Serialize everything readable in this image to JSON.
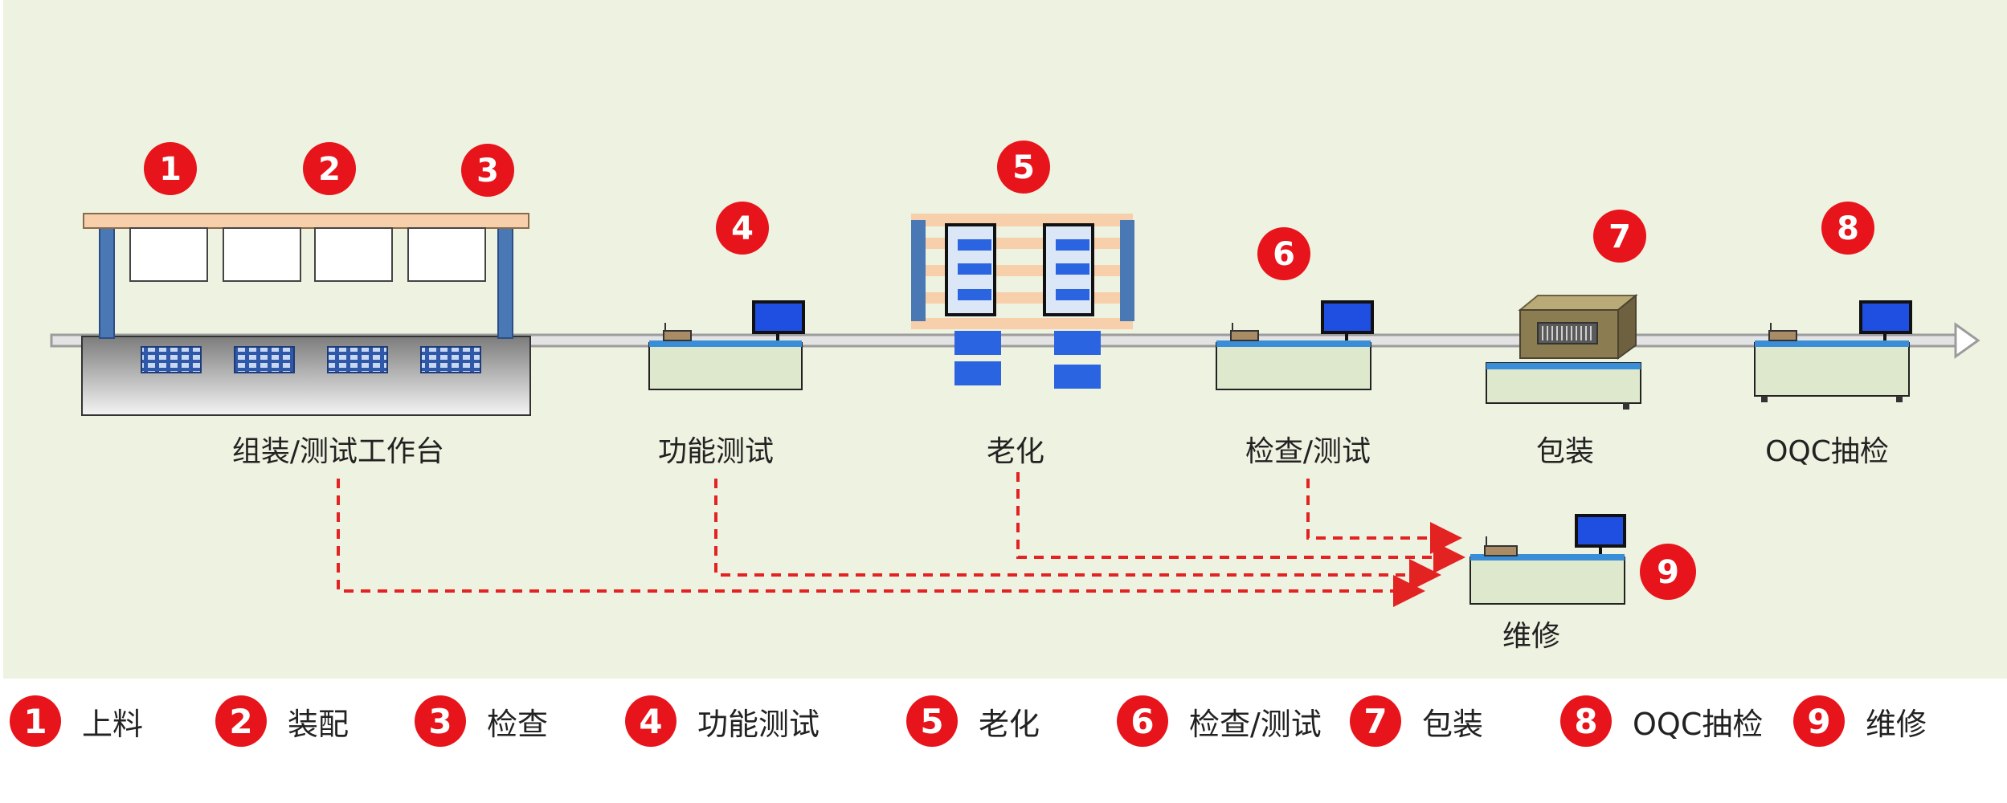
{
  "colors": {
    "background_panel": "#eef2e1",
    "badge": "#e8141b",
    "conveyor": "#c8c8c8",
    "rework_arrow": "#e32222",
    "bench": "#dde8cc",
    "monitor": "#1f4fe0",
    "rack_beam": "#f7cfaa",
    "rack_post": "#4a78b5",
    "package": "#8b7c52"
  },
  "stations": [
    {
      "num": "1",
      "label": ""
    },
    {
      "num": "2",
      "label": ""
    },
    {
      "num": "3",
      "label": ""
    },
    {
      "num": "4",
      "label": "功能测试"
    },
    {
      "num": "5",
      "label": "老化"
    },
    {
      "num": "6",
      "label": "检查/测试"
    },
    {
      "num": "7",
      "label": "包装"
    },
    {
      "num": "8",
      "label": "OQC抽检"
    },
    {
      "num": "9",
      "label": "维修"
    }
  ],
  "workbench_label": "组装/测试工作台",
  "legend": [
    {
      "num": "1",
      "label": "上料"
    },
    {
      "num": "2",
      "label": "装配"
    },
    {
      "num": "3",
      "label": "检查"
    },
    {
      "num": "4",
      "label": "功能测试"
    },
    {
      "num": "5",
      "label": "老化"
    },
    {
      "num": "6",
      "label": "检查/测试"
    },
    {
      "num": "7",
      "label": "包装"
    },
    {
      "num": "8",
      "label": "OQC抽检"
    },
    {
      "num": "9",
      "label": "维修"
    }
  ]
}
